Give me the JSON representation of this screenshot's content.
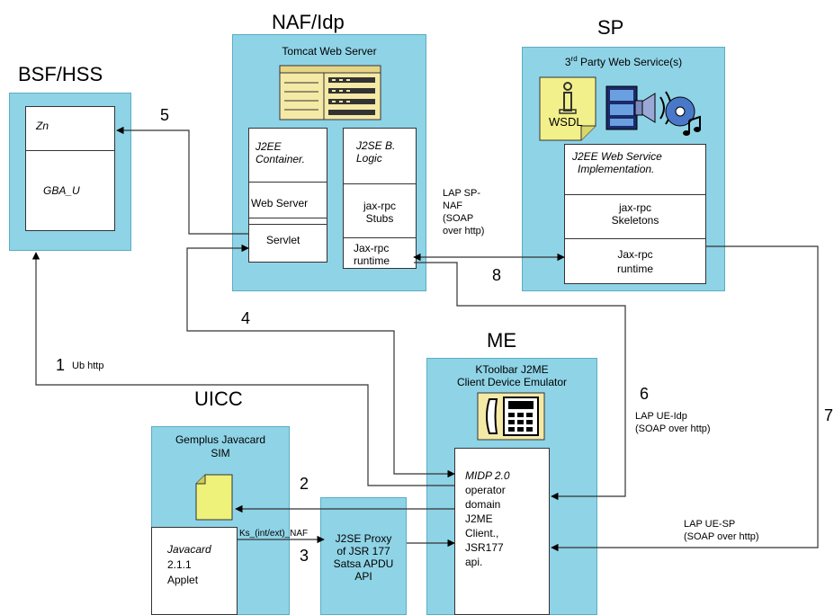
{
  "bsf": {
    "title": "BSF/HSS",
    "zn": "Zn",
    "gba": "GBA_U"
  },
  "naf": {
    "title": "NAF/Idp",
    "server": "Tomcat Web Server",
    "container_line1": "J2EE",
    "container_line2": "Container.",
    "web_server": "Web Server",
    "servlet": "Servlet",
    "logic_line1": "J2SE B.",
    "logic_line2": "Logic",
    "stubs_line1": "jax-rpc",
    "stubs_line2": "Stubs",
    "runtime_line1": "Jax-rpc",
    "runtime_line2": "runtime"
  },
  "sp": {
    "title": "SP",
    "service_prefix": "3",
    "service_sup": "rd",
    "service_rest": " Party Web Service(s)",
    "wsdl": "WSDL",
    "impl_line1": "J2EE  Web Service",
    "impl_line2": "Implementation.",
    "skel_line1": "jax-rpc",
    "skel_line2": "Skeletons",
    "runtime_line1": "Jax-rpc",
    "runtime_line2": "runtime"
  },
  "me": {
    "title": "ME",
    "emu_line1": "KToolbar J2ME",
    "emu_line2": "Client Device Emulator",
    "client_line1": "MIDP 2.0",
    "client_line2": "operator",
    "client_line3": "domain",
    "client_line4": "J2ME",
    "client_line5": "Client.,",
    "client_line6": "JSR177",
    "client_line7": "api."
  },
  "uicc": {
    "title": "UICC",
    "sim_line1": "Gemplus Javacard",
    "sim_line2": "SIM",
    "applet_line1": "Javacard",
    "applet_line2": "2.1.1",
    "applet_line3": "Applet"
  },
  "proxy": {
    "line1": "J2SE Proxy",
    "line2": "of JSR 177",
    "line3": "Satsa APDU",
    "line4": "API"
  },
  "labels": {
    "n1": "1",
    "ub": "Ub http",
    "n2": "2",
    "n3": "3",
    "ks": "Ks_(int/ext)_NAF",
    "n4": "4",
    "n5": "5",
    "n6": "6",
    "lap_ue_idp_1": "LAP UE-Idp",
    "lap_ue_idp_2": "(SOAP over http)",
    "n7": "7",
    "lap_ue_sp_1": "LAP UE-SP",
    "lap_ue_sp_2": "(SOAP over http)",
    "n8": "8",
    "lap_sp_naf_1": "LAP SP-",
    "lap_sp_naf_2": "NAF",
    "lap_sp_naf_3": "(SOAP",
    "lap_sp_naf_4": "over http)"
  }
}
